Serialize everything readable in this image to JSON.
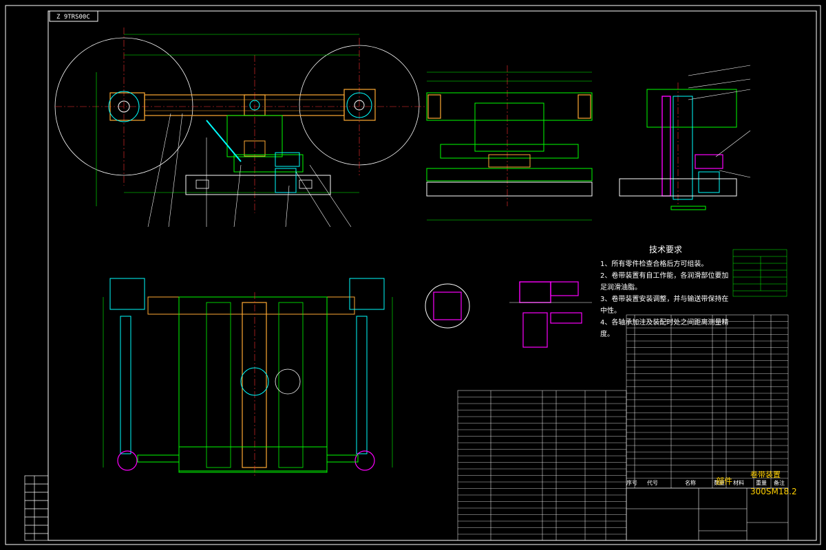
{
  "drawing": {
    "code_box": "Z 9TRS00C",
    "title": "卷带装置",
    "drawing_number": "300SM18.2",
    "section_label": "部件",
    "tech_req_heading": "技术要求",
    "tech_req_items": [
      "1、所有零件检查合格后方可组装。",
      "2、卷带装置有自工作能，各润滑部位要加足润滑油脂。",
      "3、卷带装置安装调整，并与输送带保持在中性。",
      "4、各轴承加注及装配时处之间距离测量精度。"
    ],
    "table_headers": [
      "序号",
      "代号",
      "名称",
      "数量",
      "材料",
      "重量",
      "备注"
    ],
    "colors": {
      "background": "#000000",
      "frame": "#ffffff",
      "outline": "#00ff00",
      "centerline": "#ff3030",
      "part_yellow": "#ffaa33",
      "part_cyan": "#00ffff",
      "section_magenta": "#ff00ff",
      "label_yellow": "#ffd000"
    }
  }
}
